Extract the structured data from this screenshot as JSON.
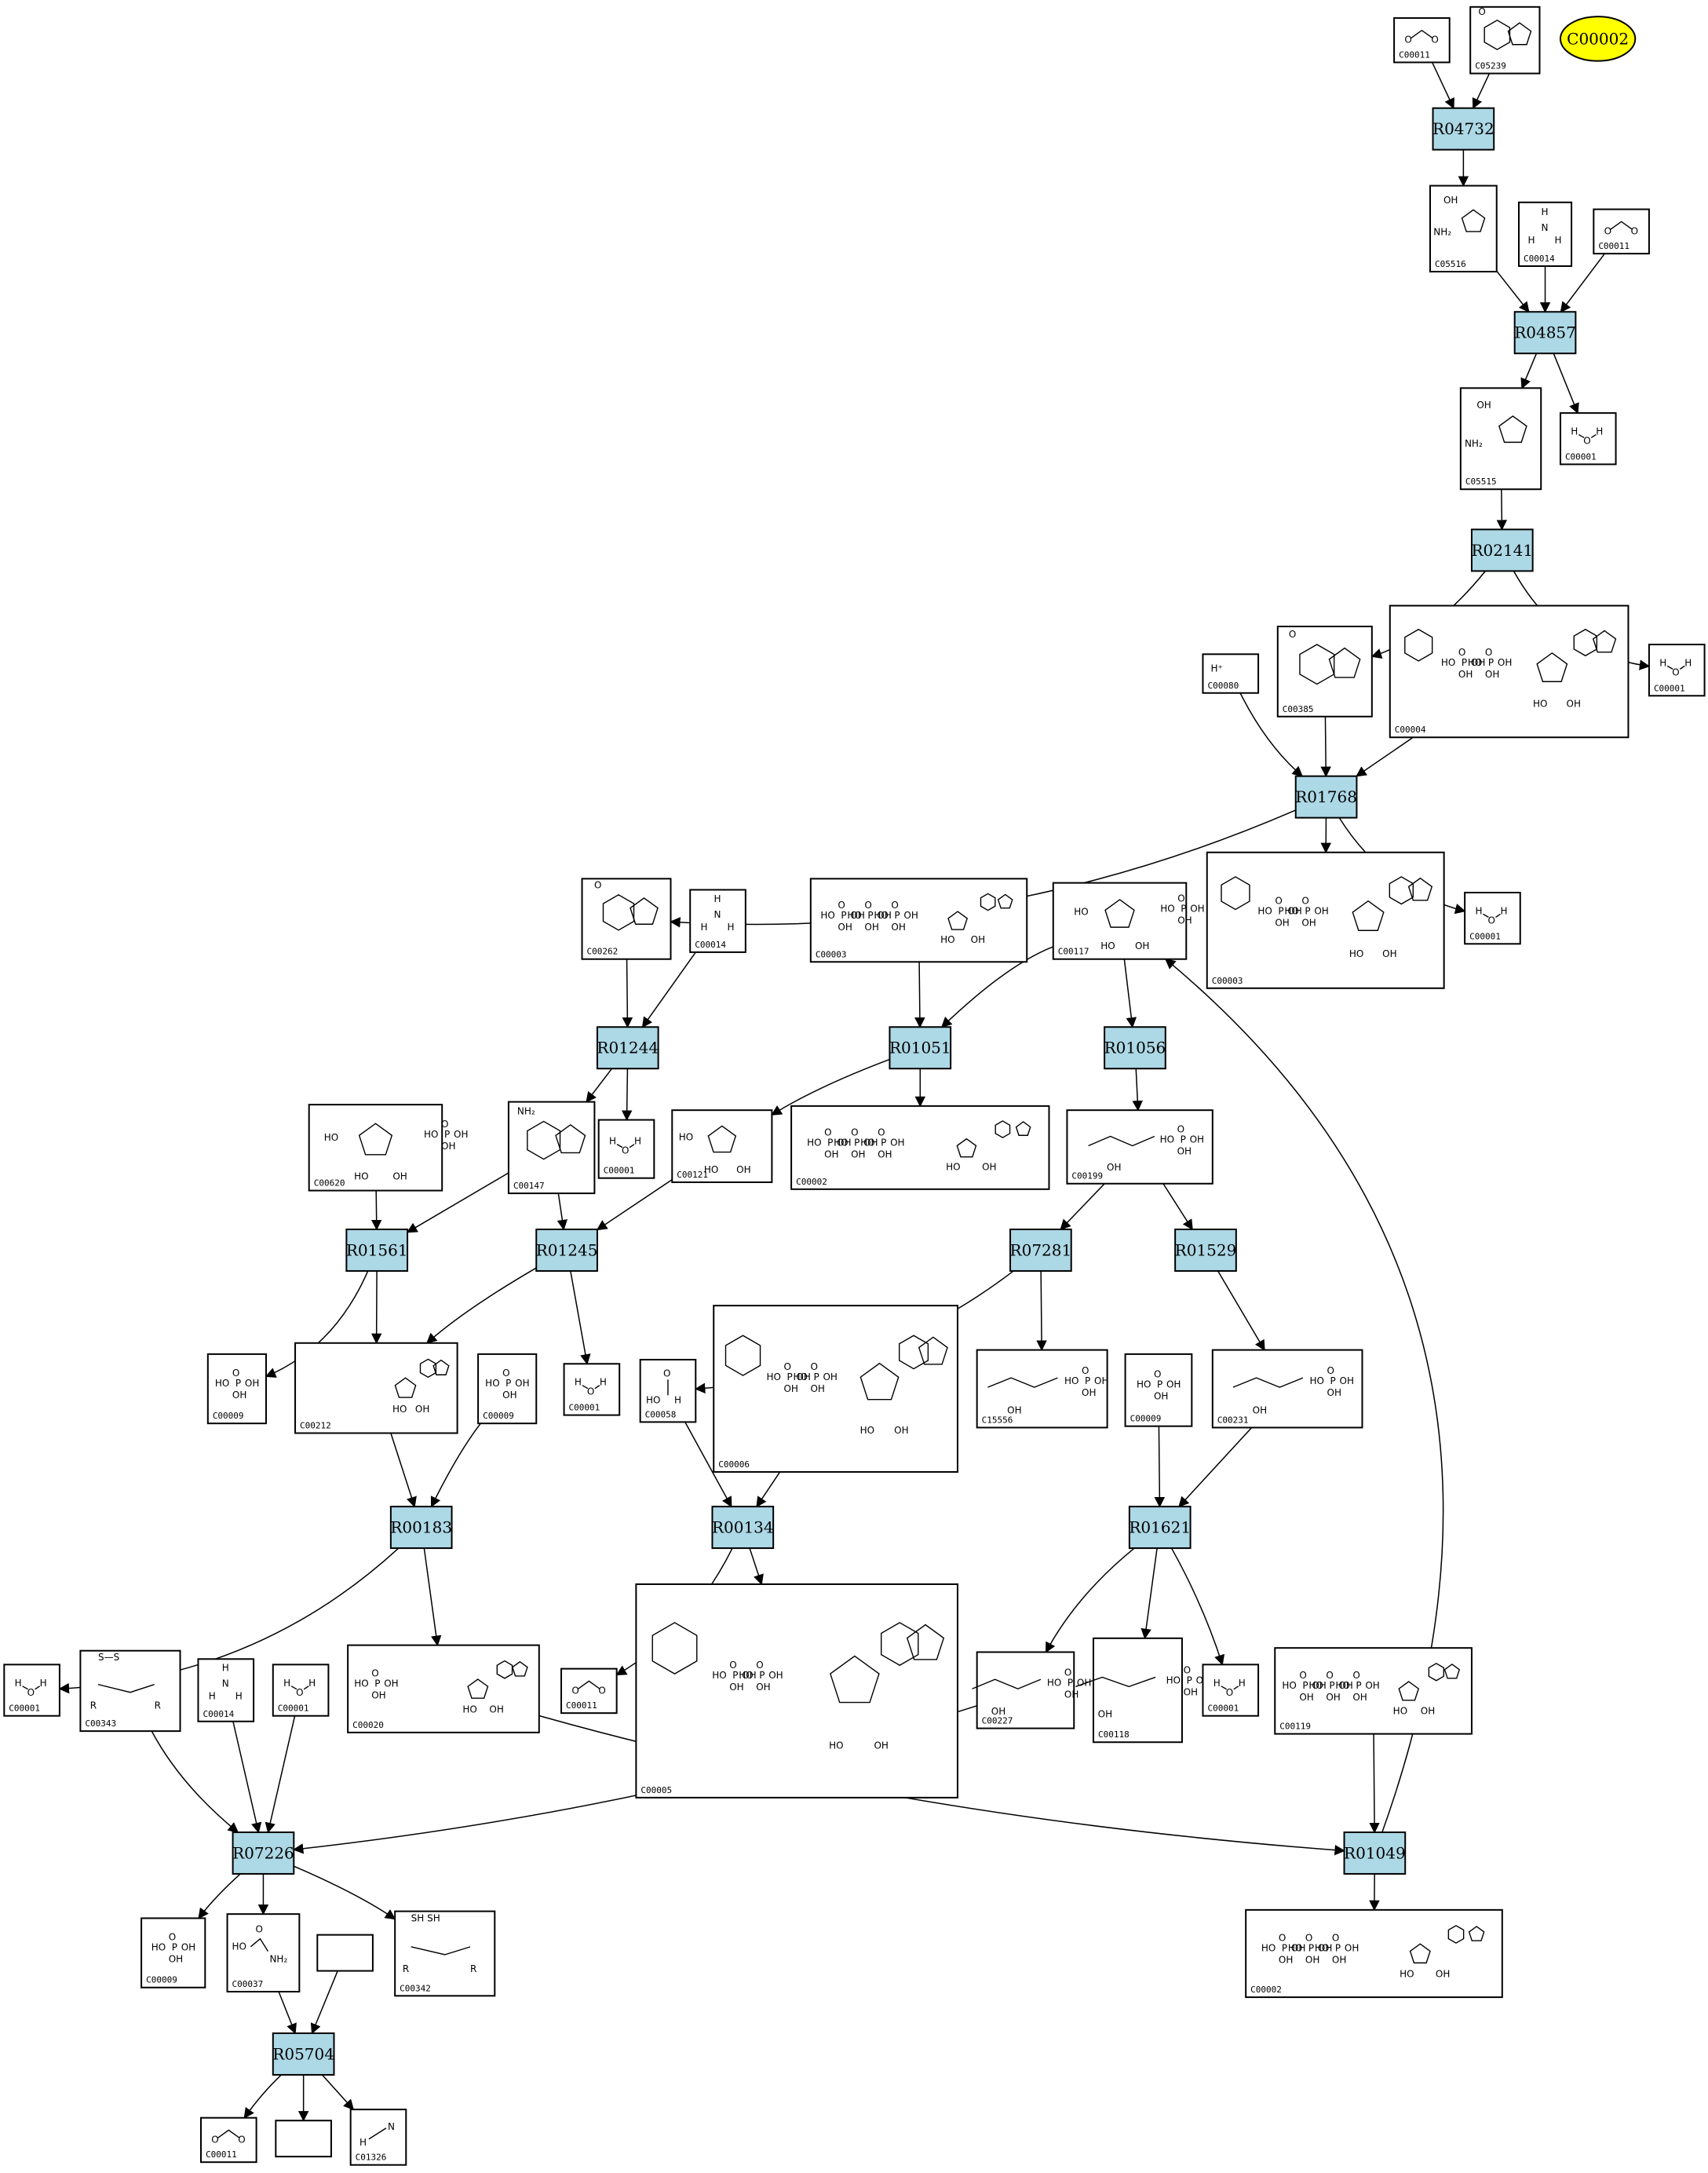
{
  "highlight": {
    "label": "C00002",
    "color": "#ffff00"
  },
  "colors": {
    "reaction_fill": "#add8e6",
    "compound_fill": "#ffffff",
    "edge": "#000000"
  },
  "reactions": [
    {
      "id": "R04732",
      "label": "R04732"
    },
    {
      "id": "R04857",
      "label": "R04857"
    },
    {
      "id": "R02141",
      "label": "R02141"
    },
    {
      "id": "R01768",
      "label": "R01768"
    },
    {
      "id": "R01244",
      "label": "R01244"
    },
    {
      "id": "R01051",
      "label": "R01051"
    },
    {
      "id": "R01056",
      "label": "R01056"
    },
    {
      "id": "R01561",
      "label": "R01561"
    },
    {
      "id": "R01245",
      "label": "R01245"
    },
    {
      "id": "R07281",
      "label": "R07281"
    },
    {
      "id": "R01529",
      "label": "R01529"
    },
    {
      "id": "R00183",
      "label": "R00183"
    },
    {
      "id": "R00134",
      "label": "R00134"
    },
    {
      "id": "R01621",
      "label": "R01621"
    },
    {
      "id": "R07226",
      "label": "R07226"
    },
    {
      "id": "R01049",
      "label": "R01049"
    },
    {
      "id": "R05704",
      "label": "R05704"
    }
  ],
  "compounds": [
    {
      "id": "c1",
      "label": "C00011",
      "glyph": "co2"
    },
    {
      "id": "c2",
      "label": "C05239",
      "glyph": "imidazole"
    },
    {
      "id": "c3",
      "label": "C05516",
      "glyph": "aminoimidazole"
    },
    {
      "id": "c4",
      "label": "C00014",
      "glyph": "nh3"
    },
    {
      "id": "c5",
      "label": "C00011",
      "glyph": "co2"
    },
    {
      "id": "c6",
      "label": "C05515",
      "glyph": "carbamoylimidazole"
    },
    {
      "id": "c7",
      "label": "C00001",
      "glyph": "water"
    },
    {
      "id": "c8",
      "label": "C00001",
      "glyph": "water"
    },
    {
      "id": "c9",
      "label": "C00080",
      "glyph": "proton"
    },
    {
      "id": "c10",
      "label": "C00385",
      "glyph": "xanthine"
    },
    {
      "id": "c11",
      "label": "C00004",
      "glyph": "nadh"
    },
    {
      "id": "c12",
      "label": "C00262",
      "glyph": "hypoxanthine"
    },
    {
      "id": "c13",
      "label": "C00014",
      "glyph": "nh3"
    },
    {
      "id": "c14",
      "label": "C00003",
      "glyph": "adp_like"
    },
    {
      "id": "c15",
      "label": "C00117",
      "glyph": "ribose5p"
    },
    {
      "id": "c16",
      "label": "C00003",
      "glyph": "nad"
    },
    {
      "id": "c17",
      "label": "C00001",
      "glyph": "water"
    },
    {
      "id": "c18",
      "label": "C00620",
      "glyph": "ribose1p"
    },
    {
      "id": "c19",
      "label": "C00147",
      "glyph": "adenine"
    },
    {
      "id": "c20",
      "label": "C00001",
      "glyph": "water"
    },
    {
      "id": "c21",
      "label": "C00121",
      "glyph": "ribose"
    },
    {
      "id": "c22",
      "label": "C00002",
      "glyph": "atp"
    },
    {
      "id": "c23",
      "label": "C00199",
      "glyph": "ribulose5p"
    },
    {
      "id": "c24",
      "label": "C00009",
      "glyph": "phosphate"
    },
    {
      "id": "c25",
      "label": "C00212",
      "glyph": "adenosine"
    },
    {
      "id": "c26",
      "label": "C00009",
      "glyph": "phosphate"
    },
    {
      "id": "c27",
      "label": "C00001",
      "glyph": "water"
    },
    {
      "id": "c28",
      "label": "C00058",
      "glyph": "formate"
    },
    {
      "id": "c29",
      "label": "C00006",
      "glyph": "nadp"
    },
    {
      "id": "c30",
      "label": "C15556",
      "glyph": "acetolp"
    },
    {
      "id": "c31",
      "label": "C00009",
      "glyph": "phosphate"
    },
    {
      "id": "c32",
      "label": "C00231",
      "glyph": "xylulose5p"
    },
    {
      "id": "c33",
      "label": "C00001",
      "glyph": "water"
    },
    {
      "id": "c34",
      "label": "C00343",
      "glyph": "thioredoxin_ox"
    },
    {
      "id": "c35",
      "label": "C00014",
      "glyph": "nh3"
    },
    {
      "id": "c36",
      "label": "C00001",
      "glyph": "water"
    },
    {
      "id": "c37",
      "label": "C00020",
      "glyph": "amp"
    },
    {
      "id": "c38",
      "label": "C00011",
      "glyph": "co2"
    },
    {
      "id": "c39",
      "label": "C00005",
      "glyph": "nadph"
    },
    {
      "id": "c40",
      "label": "C00227",
      "glyph": "acetylp"
    },
    {
      "id": "c41",
      "label": "C00118",
      "glyph": "g3p"
    },
    {
      "id": "c42",
      "label": "C00001",
      "glyph": "water"
    },
    {
      "id": "c43",
      "label": "C00119",
      "glyph": "prpp"
    },
    {
      "id": "c44",
      "label": "C00009",
      "glyph": "phosphate"
    },
    {
      "id": "c45",
      "label": "C00037",
      "glyph": "glycine"
    },
    {
      "id": "c46",
      "label": "",
      "glyph": "empty"
    },
    {
      "id": "c47",
      "label": "C00342",
      "glyph": "thioredoxin_red"
    },
    {
      "id": "c48",
      "label": "C00002",
      "glyph": "atp"
    },
    {
      "id": "c49",
      "label": "C00011",
      "glyph": "co2"
    },
    {
      "id": "c50",
      "label": "",
      "glyph": "empty"
    },
    {
      "id": "c51",
      "label": "C01326",
      "glyph": "hcn"
    }
  ]
}
